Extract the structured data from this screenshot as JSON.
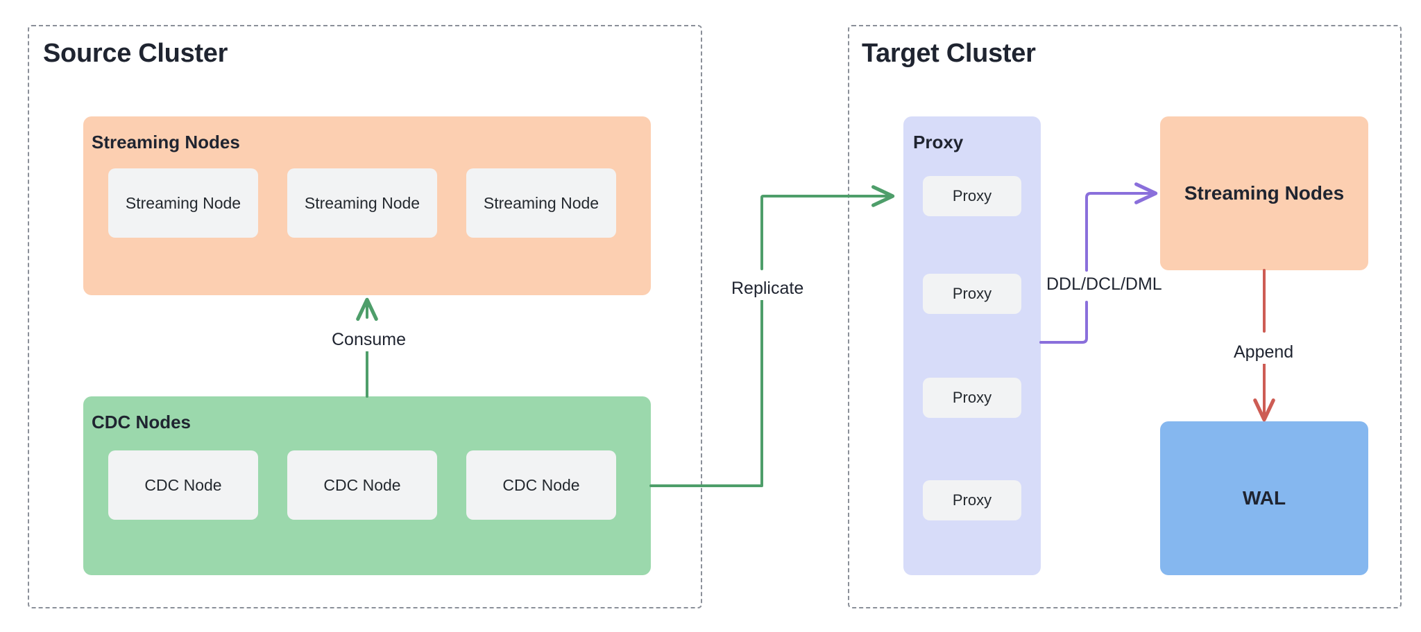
{
  "diagram": {
    "title_not_shown": "",
    "clusters": [
      {
        "id": "source",
        "label": "Source Cluster"
      },
      {
        "id": "target",
        "label": "Target Cluster"
      }
    ],
    "source": {
      "label": "Source Cluster",
      "streaming_group": {
        "label": "Streaming Nodes",
        "color": "#fccfb1",
        "nodes": [
          {
            "label": "Streaming Node"
          },
          {
            "label": "Streaming Node"
          },
          {
            "label": "Streaming Node"
          }
        ]
      },
      "cdc_group": {
        "label": "CDC Nodes",
        "color": "#9bd8ac",
        "nodes": [
          {
            "label": "CDC Node"
          },
          {
            "label": "CDC Node"
          },
          {
            "label": "CDC Node"
          }
        ]
      }
    },
    "target": {
      "label": "Target Cluster",
      "proxy_group": {
        "label": "Proxy",
        "color": "#d7dcf9",
        "nodes": [
          {
            "label": "Proxy"
          },
          {
            "label": "Proxy"
          },
          {
            "label": "Proxy"
          },
          {
            "label": "Proxy"
          }
        ]
      },
      "streaming_box": {
        "label": "Streaming Nodes",
        "color": "#fccfb1"
      },
      "wal_box": {
        "label": "WAL",
        "color": "#85b7ef"
      }
    },
    "edges": [
      {
        "id": "consume",
        "label": "Consume",
        "color": "#4e9e6a",
        "from": "CDC Nodes",
        "to": "Streaming Nodes"
      },
      {
        "id": "replicate",
        "label": "Replicate",
        "color": "#4e9e6a",
        "from": "CDC Nodes",
        "to": "Proxy"
      },
      {
        "id": "ddl",
        "label": "DDL/DCL/DML",
        "color": "#8a6fdb",
        "from": "Proxy",
        "to": "Streaming Nodes"
      },
      {
        "id": "append",
        "label": "Append",
        "color": "#cd5c54",
        "from": "Streaming Nodes",
        "to": "WAL"
      }
    ],
    "colors": {
      "orange": "#fccfb1",
      "green": "#9bd8ac",
      "lavender": "#d7dcf9",
      "blue": "#85b7ef",
      "chip": "#f2f3f4",
      "frame_dash": "#8a8f98",
      "arrow_green": "#4e9e6a",
      "arrow_purple": "#8a6fdb",
      "arrow_red": "#cd5c54",
      "text": "#1f2430"
    }
  }
}
